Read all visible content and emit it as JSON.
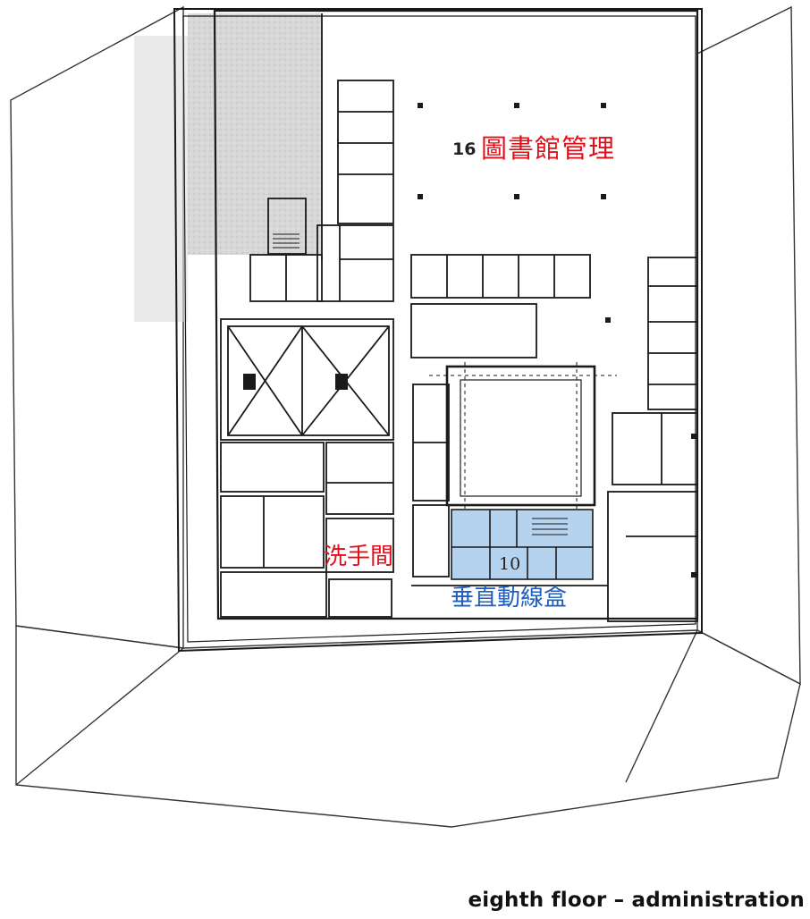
{
  "plan": {
    "room_number_main": "16",
    "room_number_core": "10",
    "label_library": "圖書館管理",
    "label_restroom": "洗手間",
    "label_core": "垂直動線盒"
  },
  "caption": "eighth floor – administration",
  "colors": {
    "annotation_red": "#e0101a",
    "annotation_blue": "#1f5fbf",
    "core_highlight": "#9cc3e8",
    "lines": "#1a1a1a",
    "shading": "#c8c8c8"
  }
}
